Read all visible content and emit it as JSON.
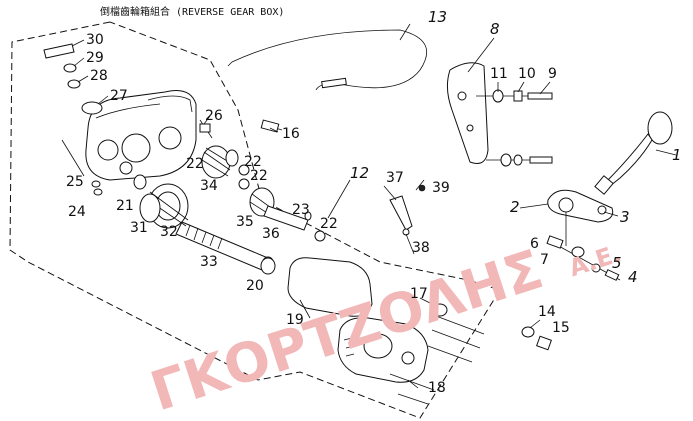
{
  "title": "倒檔齒輪箱組合 (REVERSE GEAR BOX)",
  "watermark": {
    "main": "ΓΚΟΡΤΖΟΛΗΣ",
    "suffix": "Α.Ε."
  },
  "callouts": [
    {
      "id": "30",
      "label": "30"
    },
    {
      "id": "29",
      "label": "29"
    },
    {
      "id": "28",
      "label": "28"
    },
    {
      "id": "27",
      "label": "27"
    },
    {
      "id": "26",
      "label": "26"
    },
    {
      "id": "16",
      "label": "16"
    },
    {
      "id": "25",
      "label": "25"
    },
    {
      "id": "24",
      "label": "24"
    },
    {
      "id": "21",
      "label": "21"
    },
    {
      "id": "31",
      "label": "31"
    },
    {
      "id": "32",
      "label": "32"
    },
    {
      "id": "33",
      "label": "33"
    },
    {
      "id": "34",
      "label": "34"
    },
    {
      "id": "22a",
      "label": "22"
    },
    {
      "id": "22b",
      "label": "22"
    },
    {
      "id": "22c",
      "label": "22"
    },
    {
      "id": "22d",
      "label": "22"
    },
    {
      "id": "35",
      "label": "35"
    },
    {
      "id": "36",
      "label": "36"
    },
    {
      "id": "23",
      "label": "23"
    },
    {
      "id": "20",
      "label": "20"
    },
    {
      "id": "12",
      "label": "12"
    },
    {
      "id": "13",
      "label": "13"
    },
    {
      "id": "8",
      "label": "8"
    },
    {
      "id": "11",
      "label": "11"
    },
    {
      "id": "10",
      "label": "10"
    },
    {
      "id": "9",
      "label": "9"
    },
    {
      "id": "37",
      "label": "37"
    },
    {
      "id": "39",
      "label": "39"
    },
    {
      "id": "38",
      "label": "38"
    },
    {
      "id": "19",
      "label": "19"
    },
    {
      "id": "17",
      "label": "17"
    },
    {
      "id": "18",
      "label": "18"
    },
    {
      "id": "14",
      "label": "14"
    },
    {
      "id": "15",
      "label": "15"
    },
    {
      "id": "1",
      "label": "1"
    },
    {
      "id": "2",
      "label": "2"
    },
    {
      "id": "3",
      "label": "3"
    },
    {
      "id": "6",
      "label": "6"
    },
    {
      "id": "7",
      "label": "7"
    },
    {
      "id": "5",
      "label": "5"
    },
    {
      "id": "4",
      "label": "4"
    }
  ]
}
